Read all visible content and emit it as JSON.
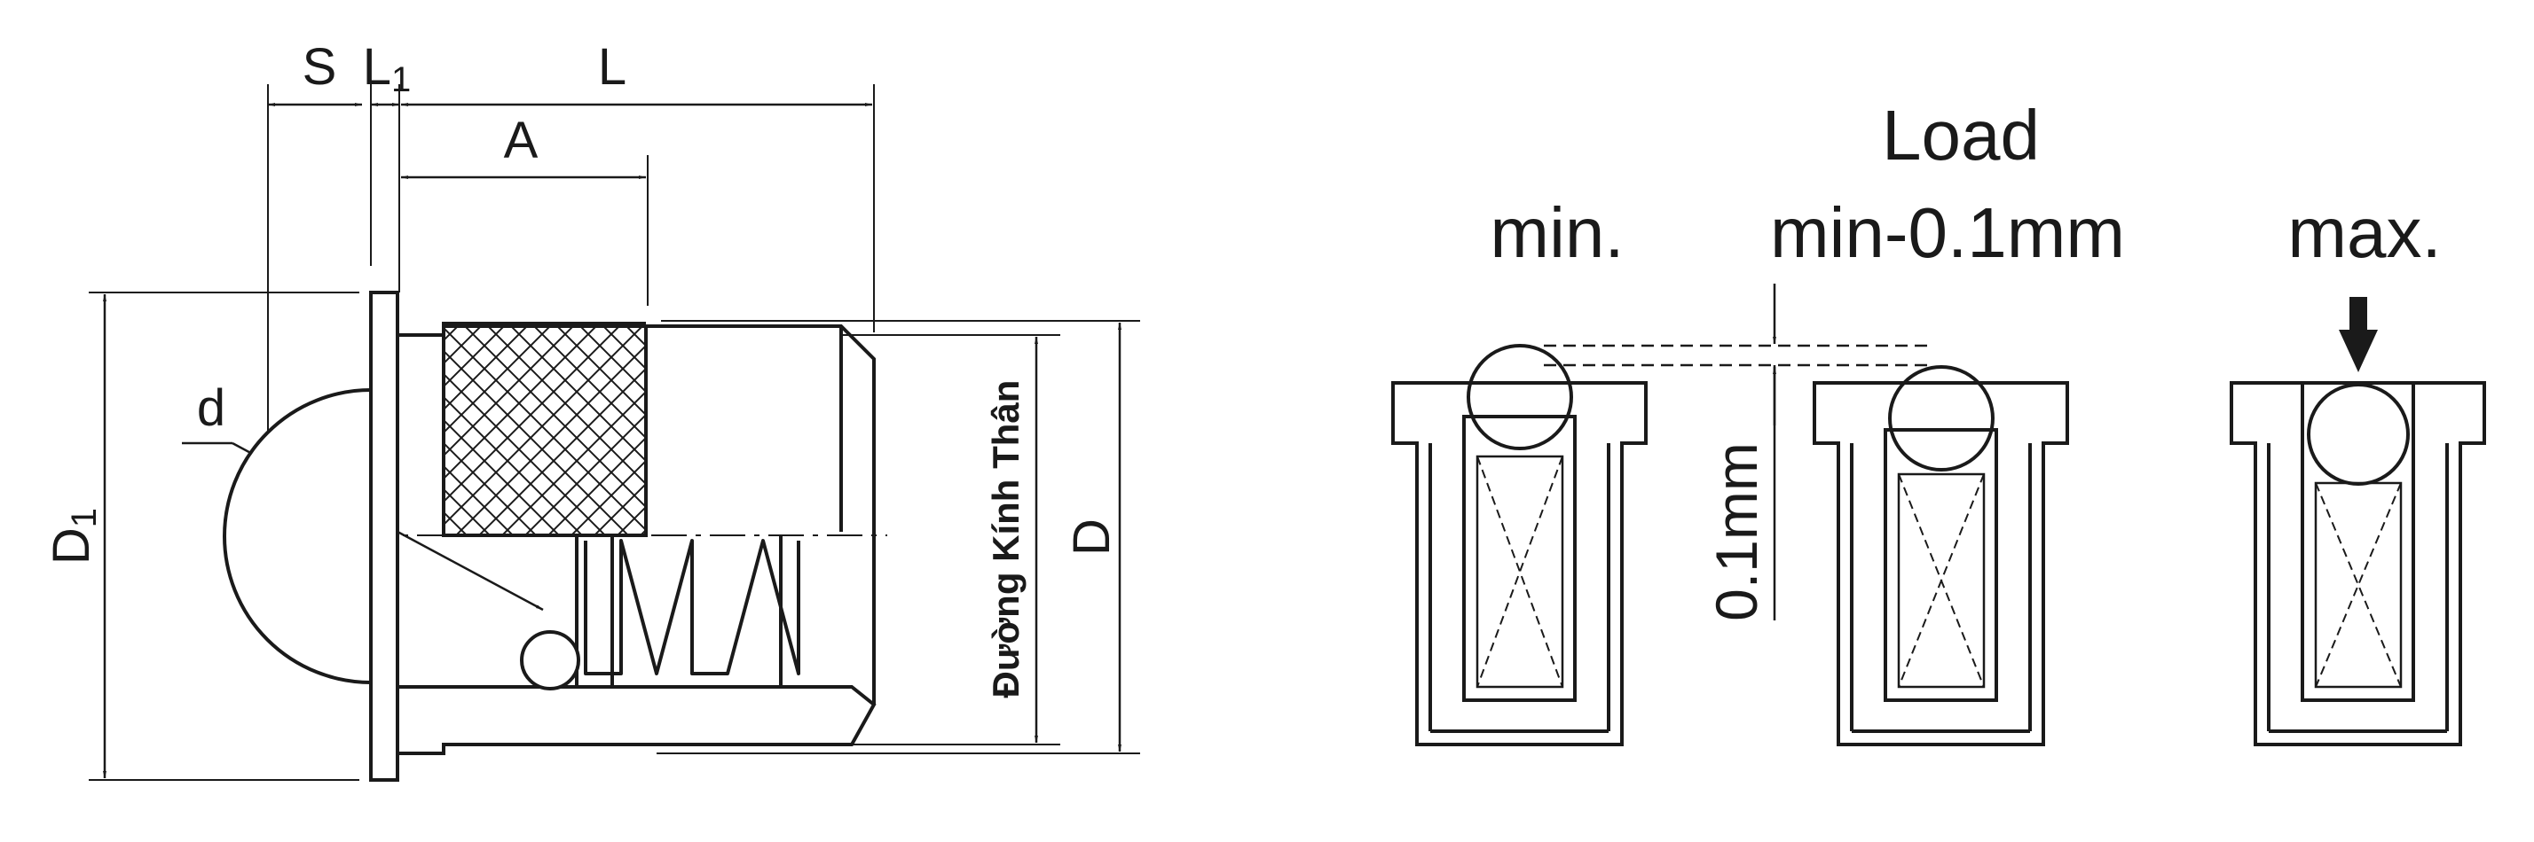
{
  "left_view": {
    "dims": {
      "s": "S",
      "l1": "L1",
      "l": "L",
      "a": "A",
      "d_small": "d",
      "d1": "D1",
      "d_big": "D"
    },
    "body_label": "Đường Kính Thân"
  },
  "right_view": {
    "load_title": "Load",
    "states": [
      {
        "label": "min."
      },
      {
        "label": "min-0.1mm"
      },
      {
        "label": "max."
      }
    ],
    "offset_label": "0.1mm"
  },
  "colors": {
    "ink": "#1a1a1a",
    "background": "#ffffff"
  }
}
